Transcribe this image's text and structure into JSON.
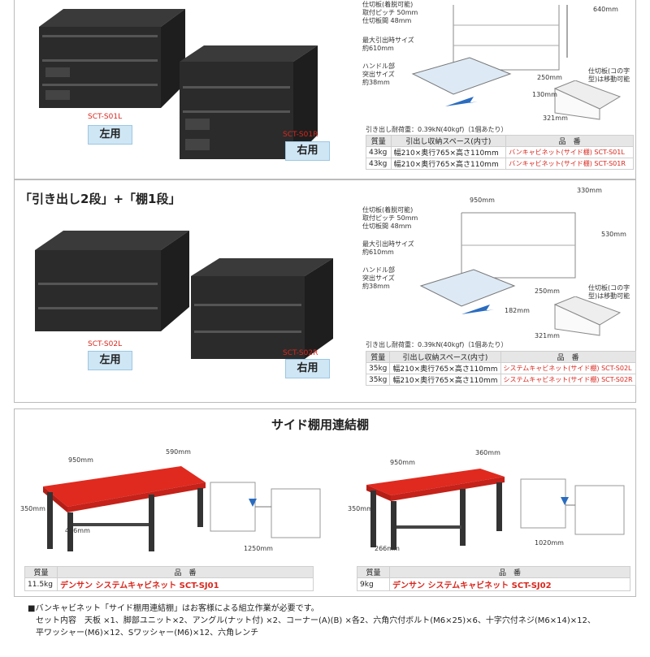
{
  "sec1": {
    "left_code": "SCT-S01L",
    "left_label": "左用",
    "right_code": "SCT-S01R",
    "right_label": "右用",
    "dim_height": "640mm",
    "partition": [
      "仕切板(着脱可能)",
      "取付ピッチ 50mm",
      "仕切板間 48mm"
    ],
    "max_draw": [
      "最大引出時サイズ",
      "約610mm"
    ],
    "handle": [
      "ハンドル部",
      "突出サイズ",
      "約38mm"
    ],
    "part_note": [
      "仕切板(コの字",
      "型)は移動可能"
    ],
    "dim_w": "250mm",
    "dim_h": "130mm",
    "dim_d": "321mm",
    "load": "引き出し耐荷重：0.39kN(40kgf)（1個あたり）",
    "table_head": [
      "質量",
      "引出し収納スペース(内寸)",
      "品　番"
    ],
    "rows": [
      [
        "43kg",
        "幅210×奥行765×高さ110mm",
        "バンキャビネット(サイド棚) SCT-S01L"
      ],
      [
        "43kg",
        "幅210×奥行765×高さ110mm",
        "バンキャビネット(サイド棚) SCT-S01R"
      ]
    ]
  },
  "sec2": {
    "title": "「引き出し2段」+「棚1段」",
    "left_code": "SCT-S02L",
    "left_label": "左用",
    "right_code": "SCT-S02R",
    "right_label": "右用",
    "dim_width": "950mm",
    "dim_depth": "330mm",
    "dim_height": "530mm",
    "partition": [
      "仕切板(着脱可能)",
      "取付ピッチ 50mm",
      "仕切板間 48mm"
    ],
    "max_draw": [
      "最大引出時サイズ",
      "約610mm"
    ],
    "handle": [
      "ハンドル部",
      "突出サイズ",
      "約38mm"
    ],
    "part_note": [
      "仕切板(コの字",
      "型)は移動可能"
    ],
    "dim_w": "250mm",
    "dim_h": "182mm",
    "dim_d": "321mm",
    "load": "引き出し耐荷重：0.39kN(40kgf)（1個あたり）",
    "table_head": [
      "質量",
      "引出し収納スペース(内寸)",
      "品　番"
    ],
    "rows": [
      [
        "35kg",
        "幅210×奥行765×高さ110mm",
        "システムキャビネット(サイド棚) SCT-S02L"
      ],
      [
        "35kg",
        "幅210×奥行765×高さ110mm",
        "システムキャビネット(サイド棚) SCT-S02R"
      ]
    ]
  },
  "sec3": {
    "title": "サイド棚用連結棚",
    "a": {
      "w": "950mm",
      "d": "590mm",
      "h": "350mm",
      "leg": "496mm",
      "span": "1250mm",
      "head": [
        "質量",
        "品　番"
      ],
      "mass": "11.5kg",
      "code": "デンサン システムキャビネット SCT-SJ01"
    },
    "b": {
      "w": "950mm",
      "d": "360mm",
      "h": "350mm",
      "leg": "266mm",
      "span": "1020mm",
      "head": [
        "質量",
        "品　番"
      ],
      "mass": "9kg",
      "code": "デンサン システムキャビネット SCT-SJ02"
    }
  },
  "notes": [
    "■バンキャビネット「サイド棚用連結棚」はお客様による組立作業が必要です。",
    "セット内容　天板 ×1、脚部ユニット×2、アングル(ナット付) ×2、コーナー(A)(B) ×各2、六角穴付ボルト(M6×25)×6、十字穴付ネジ(M6×14)×12、",
    "平ワッシャー(M6)×12、Sワッシャー(M6)×12、六角レンチ"
  ],
  "colors": {
    "red": "#d9271e",
    "cabinet": "#2b2b2b",
    "label_bg": "#cfe6f5"
  }
}
